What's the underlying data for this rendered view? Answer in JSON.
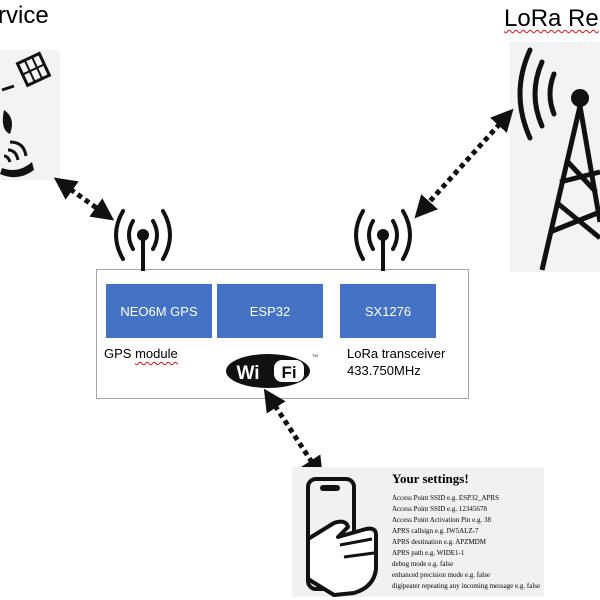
{
  "titles": {
    "left": "rvice",
    "right": "LoRa Re"
  },
  "modules": [
    {
      "label": "NEO6M GPS"
    },
    {
      "label": "ESP32"
    },
    {
      "label": "SX1276"
    }
  ],
  "labels": {
    "gps": "GPS module",
    "lora": "LoRa transceiver",
    "freq": "433.750MHz"
  },
  "wifi": {
    "wi": "Wi",
    "fi": "Fi",
    "tm": "TM"
  },
  "settings": {
    "title": "Your settings!",
    "lines": [
      "Access Point SSID e.g. ESP32_APRS",
      "Access Point SSID e.g. 12345678",
      "Access Point Activation Pin e.g. 38",
      "APRS callsign e.g. IW5ALZ-7",
      "APRS destination e.g. APZMDM",
      "APRS path e.g. WIDE1-1",
      "debug mode e.g. false",
      "enhanced precision mode e.g. false",
      "digipeater repeating any incoming message e.g. false"
    ]
  },
  "icons": [
    "satellite-icon",
    "lora-tower-icon",
    "antenna-icon",
    "wifi-logo",
    "smartphone-hand-icon"
  ],
  "colors": {
    "module_fill": "#4472c4",
    "underline": "#dd1111"
  }
}
